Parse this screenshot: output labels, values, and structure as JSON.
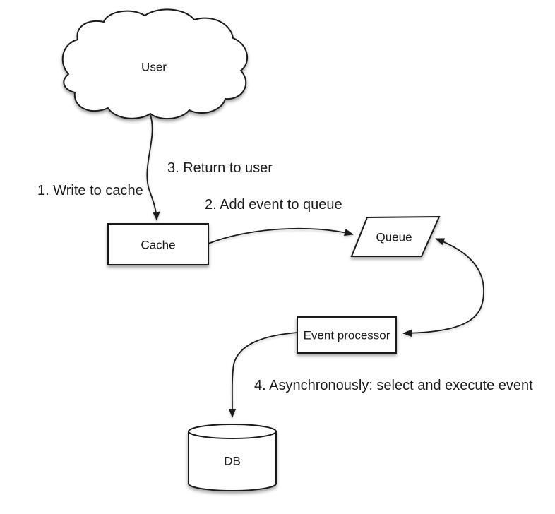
{
  "diagram": {
    "background_color": "#ffffff",
    "stroke_color": "#1a1a1a",
    "text_color": "#1a1a1a",
    "nodes": {
      "user": {
        "label": "User",
        "shape": "cloud"
      },
      "cache": {
        "label": "Cache",
        "shape": "rectangle"
      },
      "queue": {
        "label": "Queue",
        "shape": "parallelogram"
      },
      "event_processor": {
        "label": "Event processor",
        "shape": "rectangle"
      },
      "db": {
        "label": "DB",
        "shape": "cylinder"
      }
    },
    "annotations": {
      "step1": "1. Write to cache",
      "step2": "2. Add event to queue",
      "step3": "3. Return to user",
      "step4": "4. Asynchronously: select and execute event"
    },
    "edges": [
      {
        "from": "user",
        "to": "cache",
        "arrows": "end"
      },
      {
        "from": "cache",
        "to": "queue",
        "arrows": "end"
      },
      {
        "from": "queue",
        "to": "event_processor",
        "arrows": "both"
      },
      {
        "from": "event_processor",
        "to": "db",
        "arrows": "end"
      }
    ]
  }
}
